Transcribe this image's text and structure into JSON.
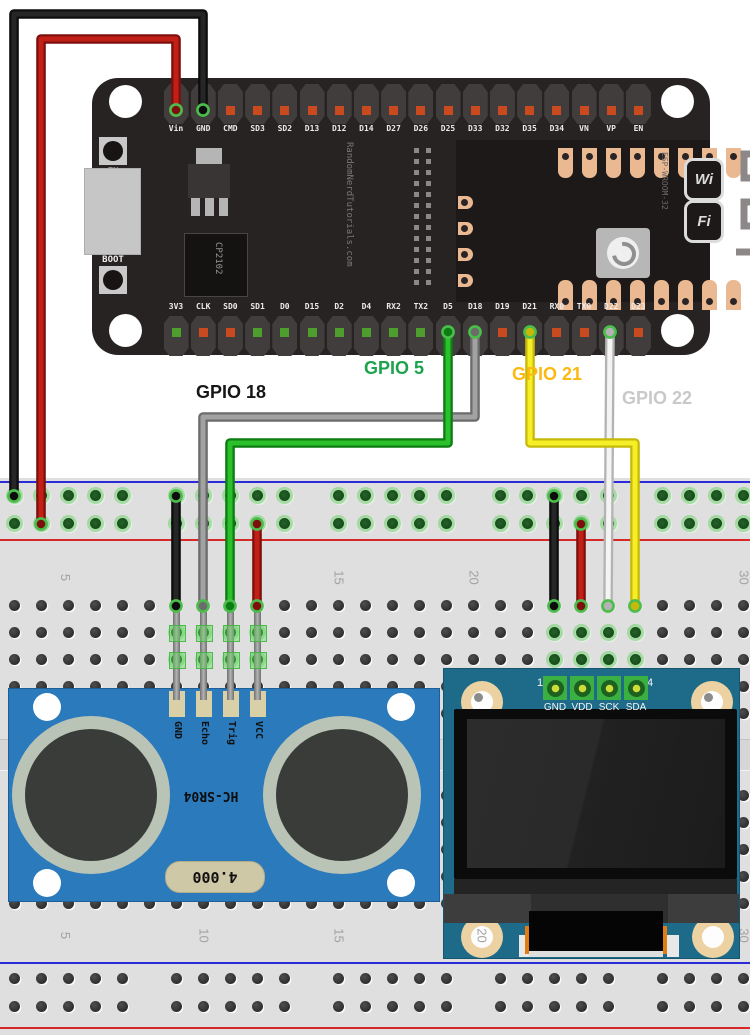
{
  "watermark": "RandomNerdTutorials.com",
  "esp32": {
    "top_pins": [
      "Vin",
      "GND",
      "CMD",
      "SD3",
      "SD2",
      "D13",
      "D12",
      "D14",
      "D27",
      "D26",
      "D25",
      "D33",
      "D32",
      "D35",
      "D34",
      "VN",
      "VP",
      "EN"
    ],
    "bottom_pins": [
      "3V3",
      "CLK",
      "SD0",
      "SD1",
      "D0",
      "D15",
      "D2",
      "D4",
      "RX2",
      "TX2",
      "D5",
      "D18",
      "D19",
      "D21",
      "RX0",
      "TX0",
      "D22",
      "D23"
    ],
    "en_button_label": "EN",
    "boot_button_label": "BOOT",
    "usb_chip_label": "CP2102",
    "module_label": "ESP-WROOM-32",
    "wifi_logo_top": "Wi",
    "wifi_logo_bottom": "Fi"
  },
  "gpio_labels": [
    {
      "text": "GPIO 18",
      "color": "#161616"
    },
    {
      "text": "GPIO 5",
      "color": "#1da24e"
    },
    {
      "text": "GPIO 21",
      "color": "#fcb813"
    },
    {
      "text": "GPIO 22",
      "color": "#c9c9c9"
    }
  ],
  "hc_sr04": {
    "board_label": "HC-SR04",
    "pins": [
      "GND",
      "Echo",
      "Trig",
      "VCC"
    ],
    "crystal_label": "4.000"
  },
  "oled": {
    "pins": [
      "GND",
      "VDD",
      "SCK",
      "SDA"
    ],
    "pin_number_first": "1",
    "pin_number_last": "4"
  },
  "breadboard": {
    "top_numbers": [
      "5",
      "15",
      "20",
      "30"
    ],
    "bottom_numbers": [
      "5",
      "10",
      "15"
    ],
    "partial_numbers": [
      "20",
      "30"
    ]
  },
  "wires": {
    "vin": "#c22017",
    "gnd": "#262626",
    "gpio5": "#2cc12c",
    "gpio18": "#a2a2a2",
    "gpio21": "#f6ee27",
    "gpio22": "#f4f4f4"
  }
}
